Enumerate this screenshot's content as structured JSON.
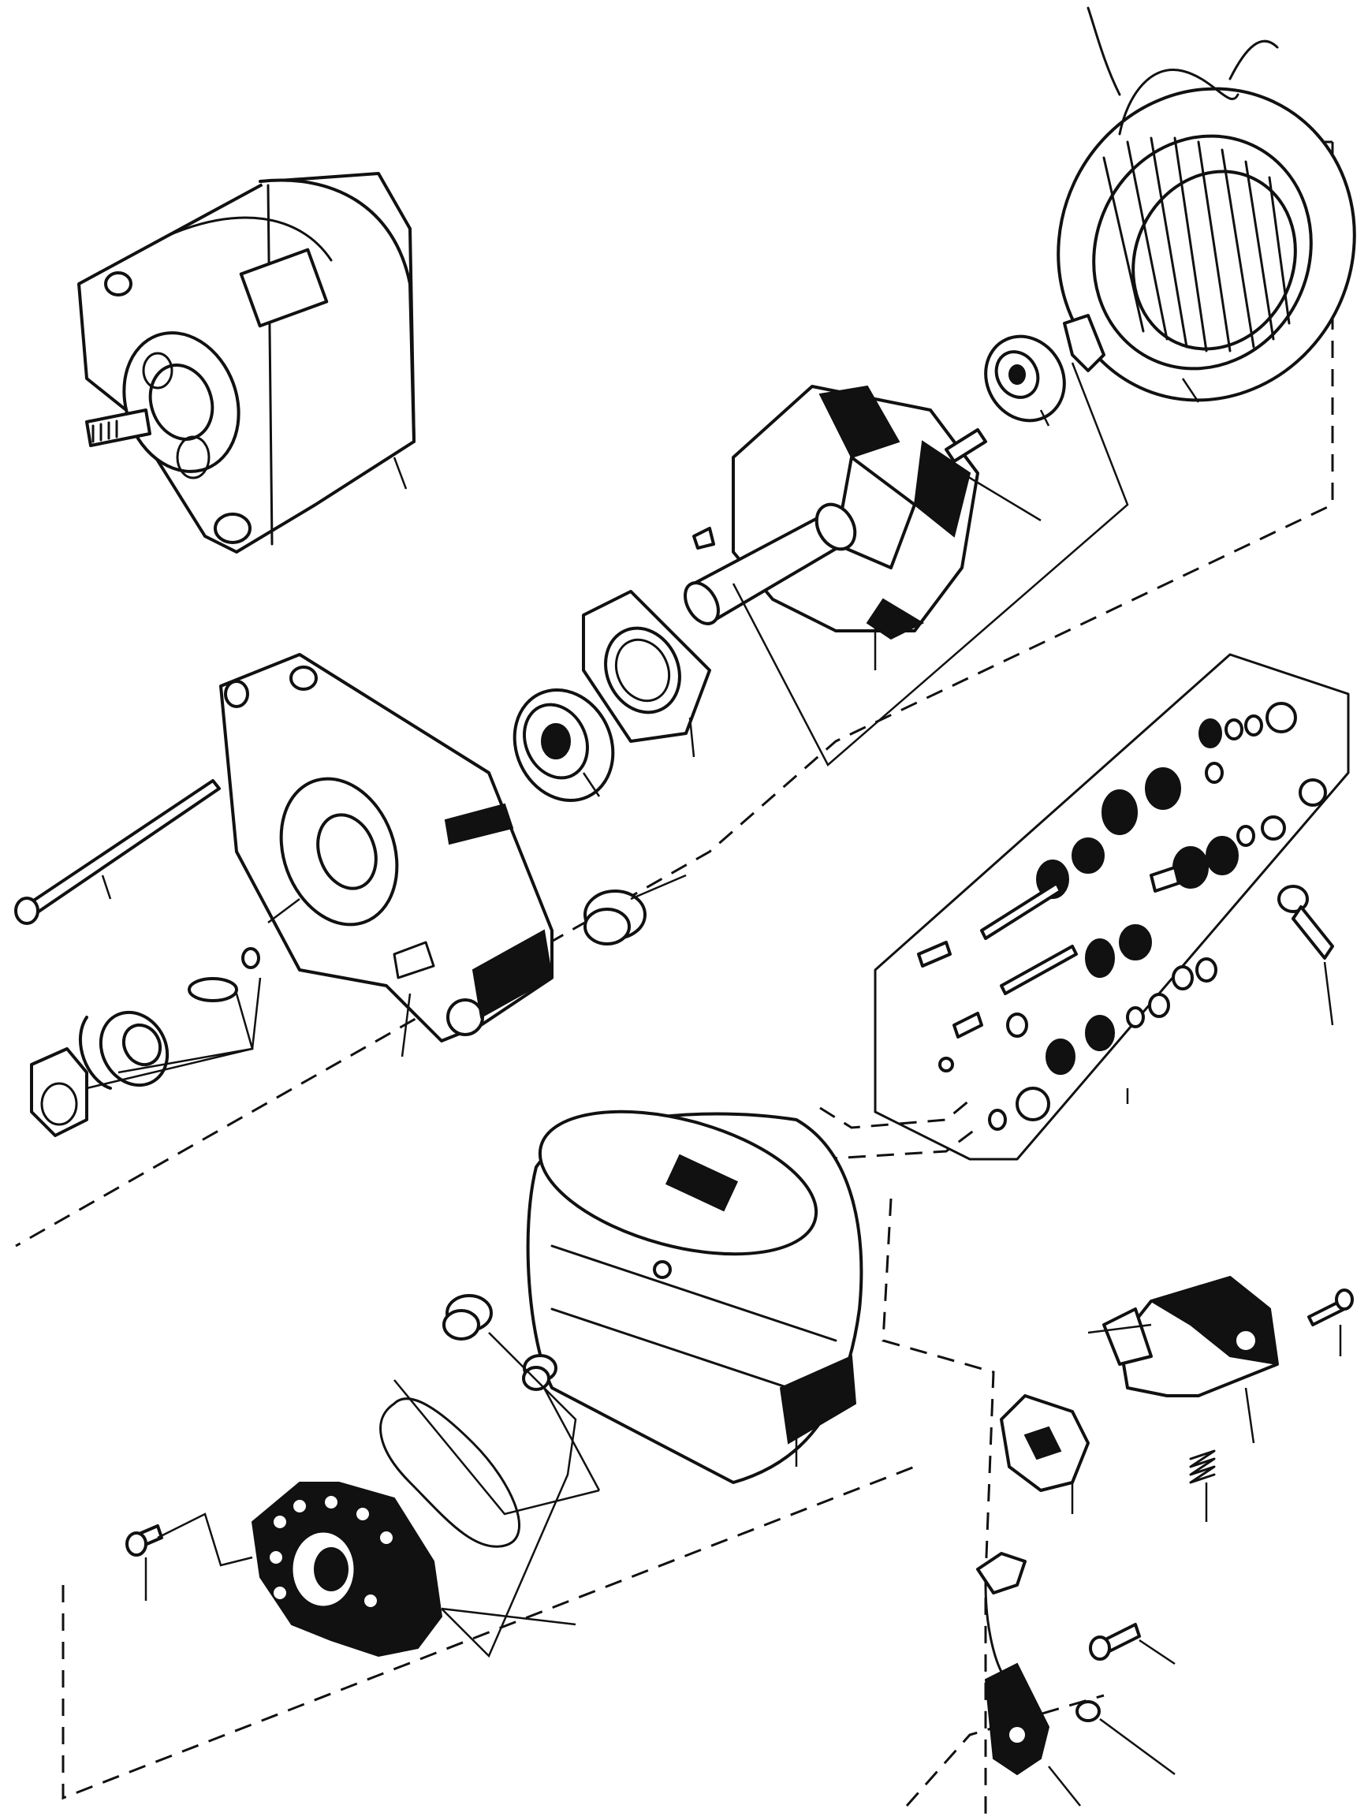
{
  "diagram": {
    "kind": "exploded-view",
    "colors": {
      "ink": "#111111",
      "paper": "#ffffff"
    },
    "parts": [
      "alternator-assembly",
      "stator",
      "rotor",
      "rotor-bearing-rear",
      "rotor-woodruff-key",
      "bearing-retainer-plate",
      "front-bearing",
      "front-housing",
      "housing-bushing",
      "through-bolt",
      "pulley-nut-and-washers",
      "terminal-hardware-kit",
      "terminal-lug",
      "rear-housing",
      "rectifier-bushings",
      "rectifier-insulator-ring",
      "rectifier-diode-plate",
      "rectifier-screw",
      "voltage-regulator",
      "brush-holder",
      "brush-spring",
      "regulator-screw",
      "capacitor",
      "capacitor-screw-and-washer"
    ]
  }
}
